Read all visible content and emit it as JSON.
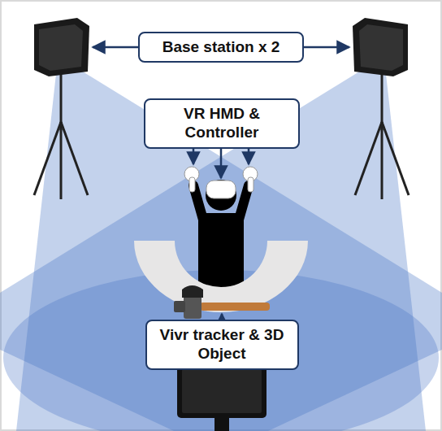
{
  "diagram": {
    "nodes": [
      {
        "text": [
          "Base station x 2"
        ]
      },
      {
        "text": [
          "VR HMD & Controller"
        ]
      },
      {
        "text": [
          "Vivr tracker & 3D Object"
        ]
      }
    ]
  }
}
